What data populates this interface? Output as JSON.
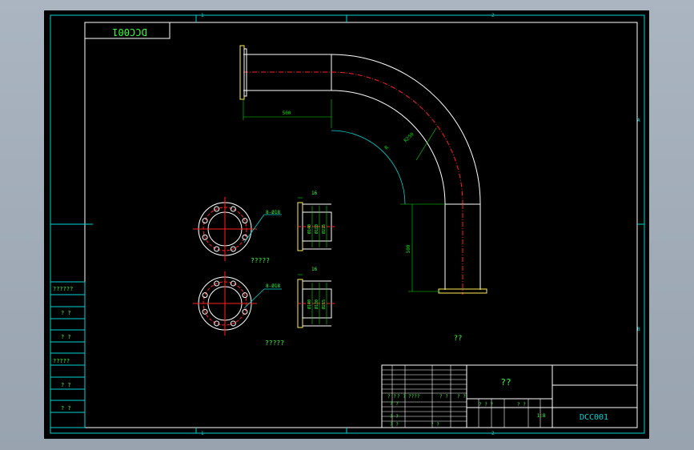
{
  "colors": {
    "background": "#000000",
    "frame": "#00d4d4",
    "outline": "#ffffff",
    "centerline": "#ff2020",
    "dimension": "#00e000",
    "label": "#33ff33",
    "flange": "#ffee55",
    "outer_bg": "#a2adb9"
  },
  "drawing": {
    "code_top": "DCC001",
    "title_block_code": "DCC001",
    "main_caption": "??",
    "title_center": "??",
    "scale_mark": "1:8"
  },
  "grid_refs": {
    "top": [
      "1",
      "2"
    ],
    "bottom": [
      "1",
      "2"
    ],
    "right": [
      "A",
      "B"
    ]
  },
  "dimensions": {
    "horizontal_len": "500",
    "vertical_len": "500",
    "bend_radius_inner": "R",
    "bend_radius_outer": "R250",
    "flange1_hole": "8-Ø18",
    "flange2_hole": "8-Ø18",
    "flange1_thk": "16",
    "flange2_thk": "16",
    "flange1_d1": "Ø140",
    "flange1_d2": "Ø180",
    "flange1_d3": "Ø215",
    "flange2_d1": "Ø140",
    "flange2_d2": "Ø180",
    "flange2_d3": "Ø215"
  },
  "flange_captions": [
    "?????",
    "?????"
  ],
  "left_column_labels": [
    "??????",
    "? ?",
    "? ?",
    "?????",
    "? ?",
    "? ?"
  ],
  "title_block": {
    "small_row_labels": [
      "? ?",
      "? ?",
      "????",
      "? ?",
      "? ?"
    ],
    "left_lower_labels": [
      "? ?",
      "? ?",
      "? ?"
    ],
    "mid_lower_labels": [
      "? ? ?",
      "? ?",
      "? ?"
    ]
  }
}
